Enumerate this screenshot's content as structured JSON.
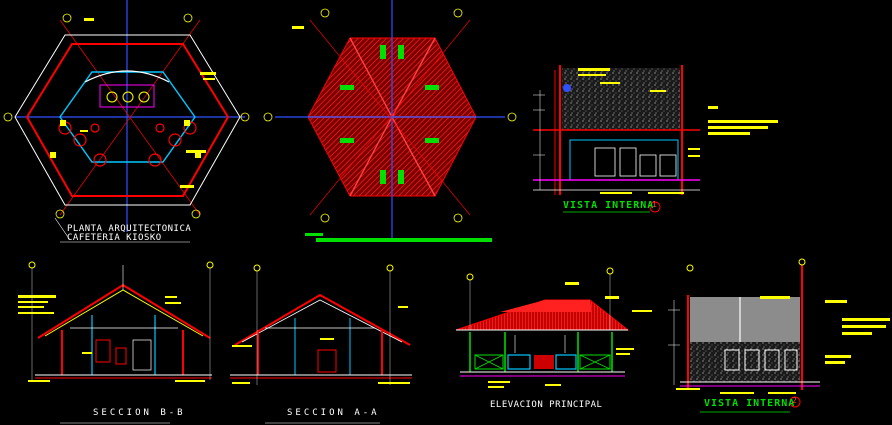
{
  "drawing": {
    "background": "#000000",
    "colors": {
      "wall": "#ff0000",
      "axis": "#3050ff",
      "hatch": "#c00000",
      "annotation": "#ffff00",
      "glass": "#00c8ff",
      "detail": "#ff00ff",
      "green": "#00e000",
      "grey_panel": "#8c8c8c",
      "white": "#ffffff"
    }
  },
  "labels": {
    "floor_plan_title_1": "PLANTA ARQUITECTONICA",
    "floor_plan_title_2": "CAFETERIA KIOSKO",
    "section_bb": "SECCION  B-B",
    "section_aa": "SECCION  A-A",
    "main_elevation": "ELEVACION PRINCIPAL",
    "interior_view_1": "VISTA INTERNA",
    "interior_view_2": "VISTA INTERNA",
    "interior_view_1_num": "1",
    "interior_view_2_num": "2"
  }
}
